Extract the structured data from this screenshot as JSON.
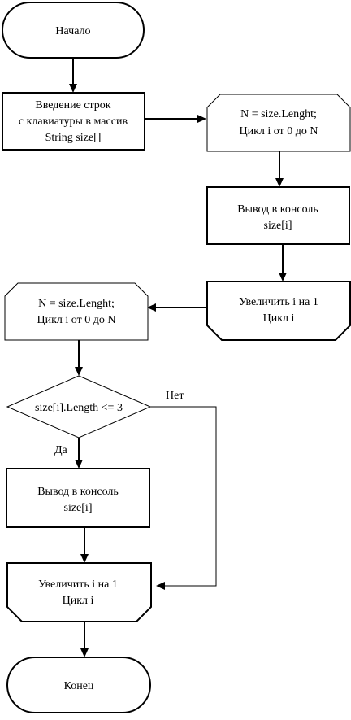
{
  "flowchart": {
    "start": {
      "label": "Начало"
    },
    "input": {
      "lines": [
        "Введение строк",
        "с клавиатуры в массив",
        "String size[]"
      ]
    },
    "loop1_start": {
      "lines": [
        "N = size.Lenght;",
        "Цикл i от 0 до N"
      ]
    },
    "output1": {
      "lines": [
        "Вывод в консоль",
        "size[i]"
      ]
    },
    "loop1_end": {
      "lines": [
        "Увеличить i на 1",
        "Цикл i"
      ]
    },
    "loop2_start": {
      "lines": [
        "N = size.Lenght;",
        "Цикл i от 0 до N"
      ]
    },
    "decision": {
      "label": "size[i].Length <= 3",
      "no_label": "Нет",
      "yes_label": "Да"
    },
    "output2": {
      "lines": [
        "Вывод в консоль",
        "size[i]"
      ]
    },
    "loop2_end": {
      "lines": [
        "Увеличить i на 1",
        "Цикл i"
      ]
    },
    "end": {
      "label": "Конец"
    }
  }
}
